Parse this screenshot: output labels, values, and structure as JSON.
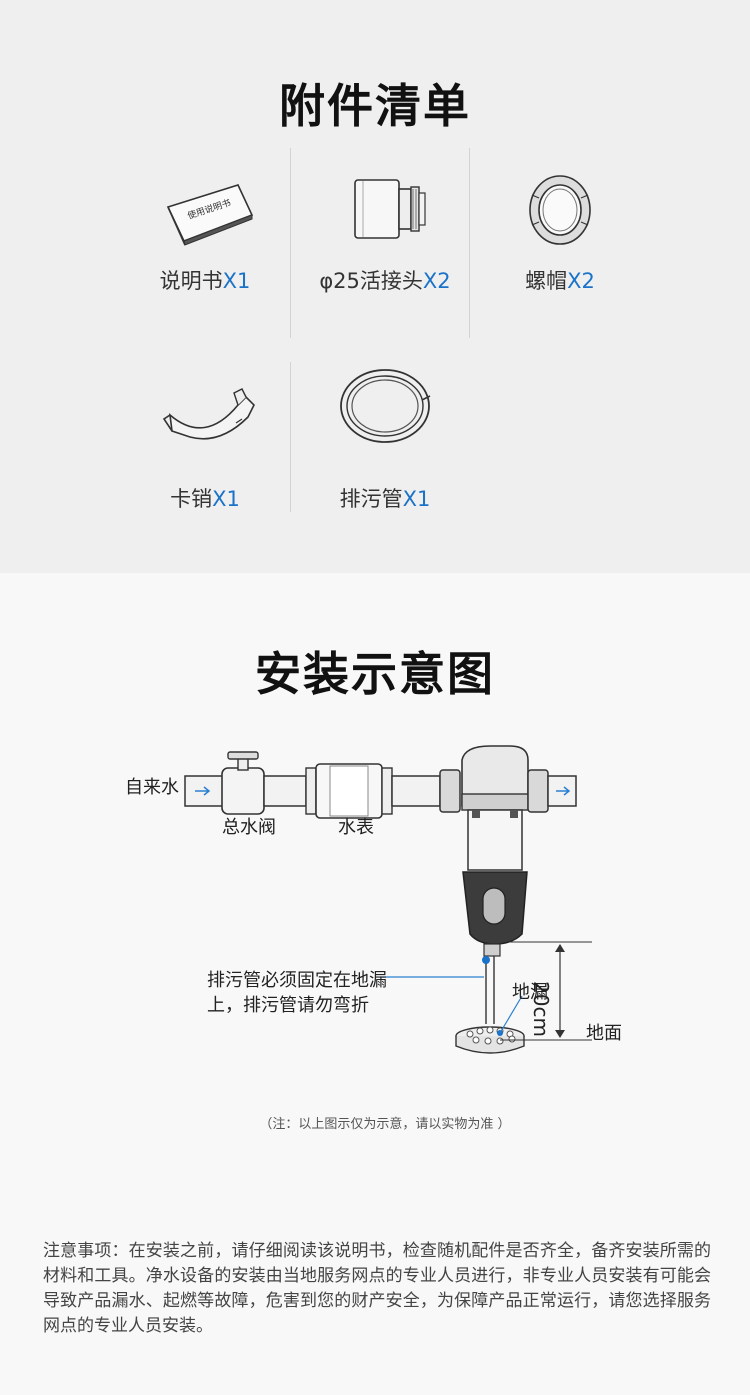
{
  "accessories": {
    "title": "附件清单",
    "items": [
      {
        "name": "说明书",
        "qty": "X1",
        "book_text": "使用说明书",
        "icon": "manual-icon"
      },
      {
        "name": "φ25活接头",
        "qty": "X2",
        "icon": "union-connector-icon"
      },
      {
        "name": "螺帽",
        "qty": "X2",
        "icon": "nut-icon"
      },
      {
        "name": "卡销",
        "qty": "X1",
        "icon": "clip-pin-icon"
      },
      {
        "name": "排污管",
        "qty": "X1",
        "icon": "drain-hose-icon"
      }
    ]
  },
  "install": {
    "title": "安装示意图",
    "labels": {
      "tap_water": "自来水",
      "main_valve": "总水阀",
      "water_meter": "水表",
      "drain_note_1": "排污管必须固定在地漏",
      "drain_note_2": "上，排污管请勿弯折",
      "floor_drain": "地漏",
      "height": "20cm",
      "floor": "地面"
    },
    "footnote": "（注：以上图示仅为示意，请以实物为准 ）"
  },
  "notice": "注意事项：在安装之前，请仔细阅读该说明书，检查随机配件是否齐全，备齐安装所需的材料和工具。净水设备的安装由当地服务网点的专业人员进行，非专业人员安装有可能会导致产品漏水、起燃等故障，危害到您的财产安全，为保障产品正常运行，请您选择服务网点的专业人员安装。",
  "colors": {
    "accent": "#1a73c8",
    "top_bg": "#efefef",
    "bottom_bg": "#f8f8f8"
  }
}
